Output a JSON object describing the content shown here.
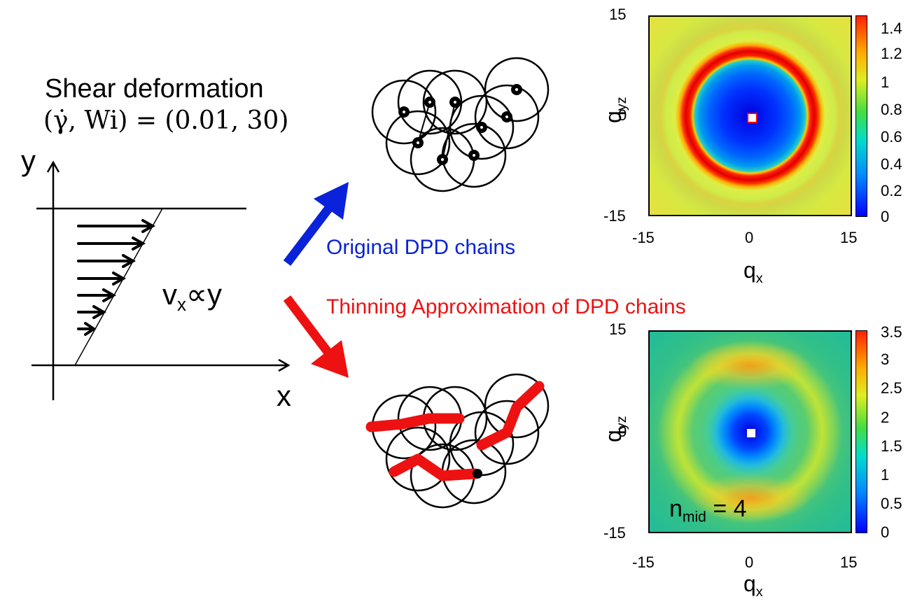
{
  "left_panel": {
    "title": "Shear deformation",
    "params": "(γ̇, Wi) = (0.01, 30)",
    "axis_y": "y",
    "axis_x": "x",
    "velocity_v": "v",
    "velocity_sub": "x",
    "velocity_rest": "∝y"
  },
  "labels": {
    "original": "Original DPD chains",
    "thinning": "Thinning Approximation of DPD chains",
    "original_color": "#0a22d9",
    "thinning_color": "#ee1111"
  },
  "plot_top": {
    "ylabel_main": "q",
    "ylabel_sub": "yz",
    "xlabel_main": "q",
    "xlabel_sub": "x",
    "x_ticks": [
      "-15",
      "0",
      "15"
    ],
    "y_ticks": [
      "15",
      "0",
      "-15"
    ],
    "colorbar_ticks": [
      "1.4",
      "1.2",
      "1",
      "0.8",
      "0.6",
      "0.4",
      "0.2",
      "0"
    ]
  },
  "plot_bottom": {
    "ylabel_main": "q",
    "ylabel_sub": "yz",
    "xlabel_main": "q",
    "xlabel_sub": "x",
    "x_ticks": [
      "-15",
      "0",
      "15"
    ],
    "y_ticks": [
      "15",
      "0",
      "-15"
    ],
    "colorbar_ticks": [
      "3.5",
      "3",
      "2.5",
      "2",
      "1.5",
      "1",
      "0.5",
      "0"
    ],
    "annotation_main": "n",
    "annotation_sub": "mid",
    "annotation_rest": " = 4"
  }
}
